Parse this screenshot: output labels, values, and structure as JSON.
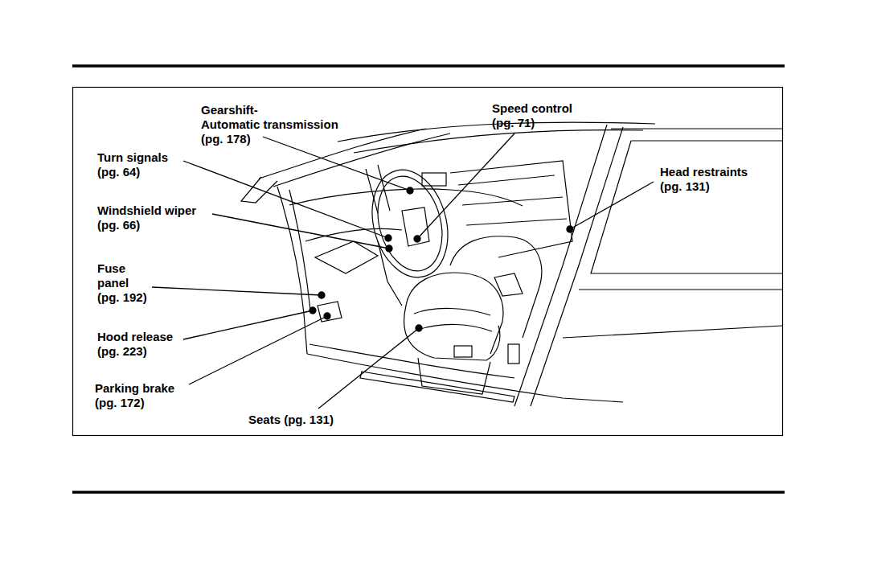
{
  "diagram": {
    "labels": [
      "Gearshift- Automatic transmission (pg. 178)",
      "Speed control (pg. 71)",
      "Turn signals (pg. 64)",
      "Head restraints (pg. 131)",
      "Windshield wiper (pg. 66)",
      "Fuse panel (pg. 192)",
      "Hood release (pg. 223)",
      "Parking brake (pg. 172)",
      "Seats (pg. 131)"
    ]
  }
}
